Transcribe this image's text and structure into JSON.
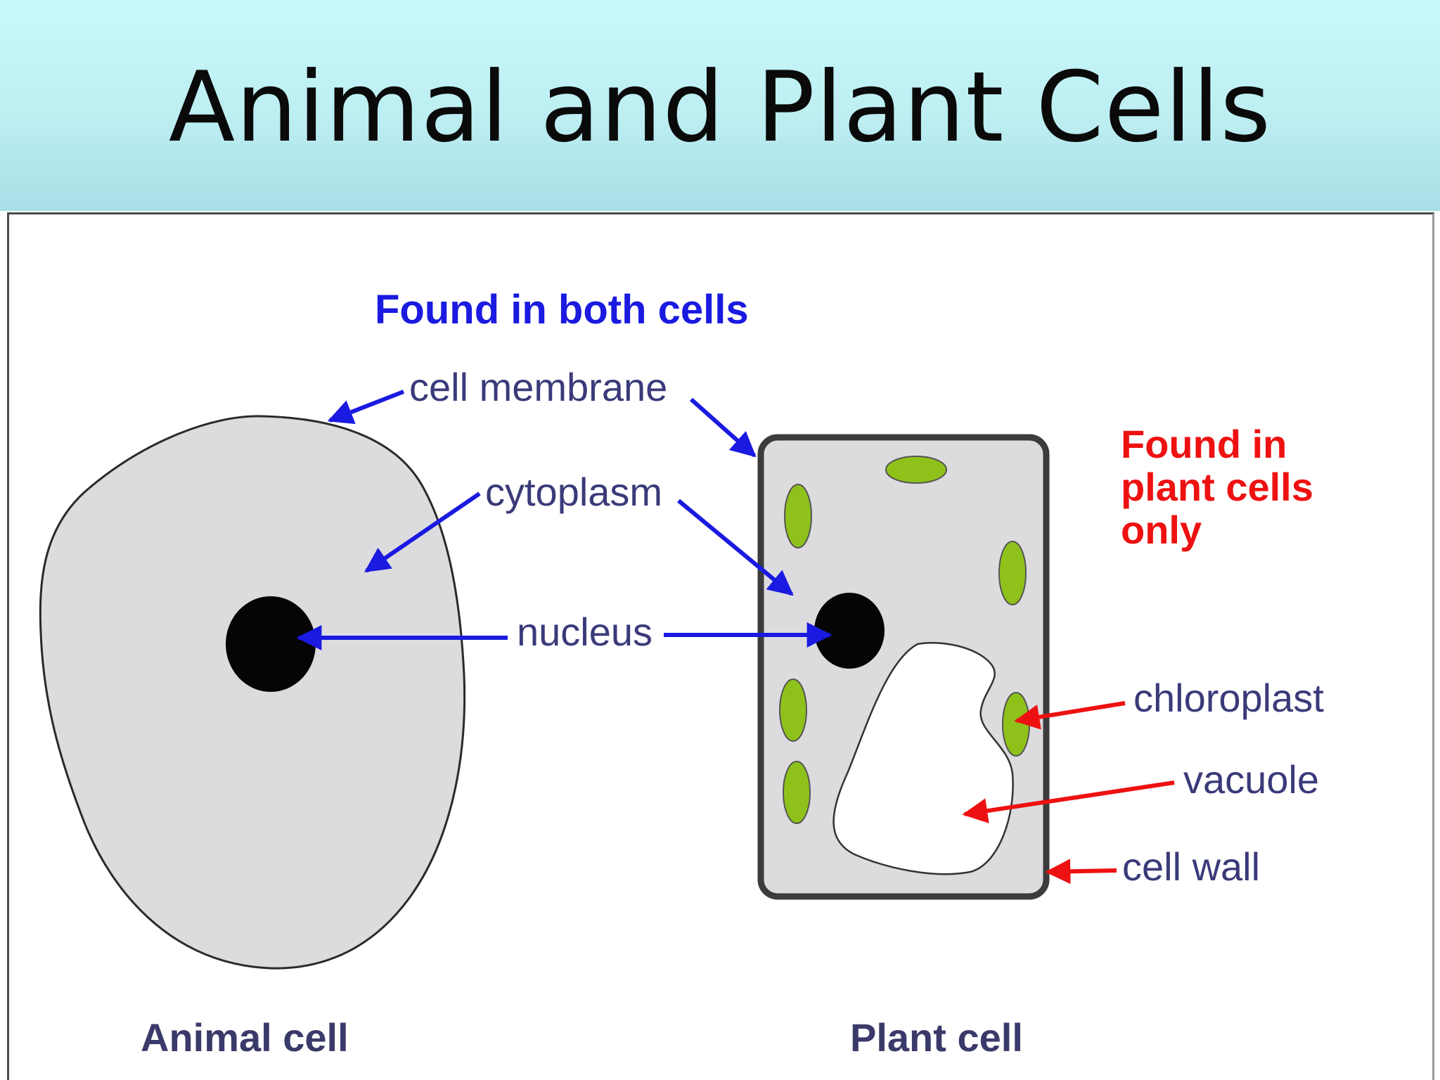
{
  "slide": {
    "title": "Animal and Plant Cells"
  },
  "diagram": {
    "headings": {
      "both": "Found in both cells",
      "plant_only": [
        "Found in",
        "plant cells",
        "only"
      ]
    },
    "labels": {
      "cell_membrane": "cell membrane",
      "cytoplasm": "cytoplasm",
      "nucleus": "nucleus",
      "chloroplast": "chloroplast",
      "vacuole": "vacuole",
      "cell_wall": "cell wall"
    },
    "captions": {
      "animal": "Animal cell",
      "plant": "Plant cell"
    }
  },
  "colors": {
    "shared_label": "#1a1ae0",
    "plant_only_label": "#ee1111",
    "label_text": "#3a3a7a",
    "caption_text": "#3a3a6a",
    "cell_fill": "#dcdcdf",
    "chloroplast_fill": "#8ec21a",
    "nucleus_fill": "#050505"
  }
}
